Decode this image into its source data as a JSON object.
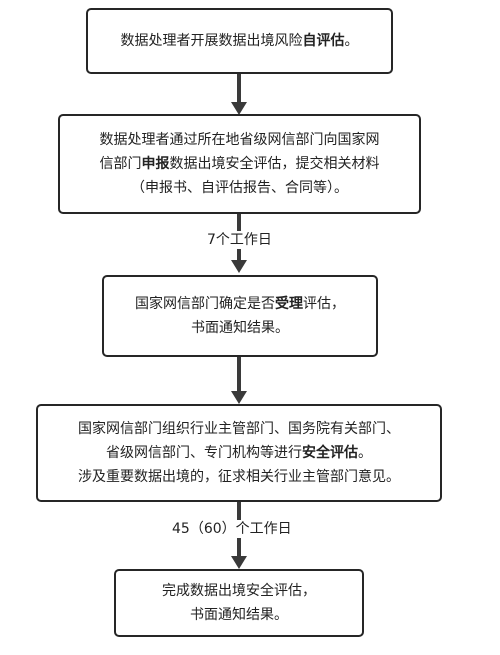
{
  "steps": [
    {
      "parts": [
        "数据处理者开展数据出境风险",
        "自评估",
        "。"
      ]
    },
    {
      "line1": "数据处理者通过所在地省级网信部门向国家网",
      "line2_parts": [
        "信部门",
        "申报",
        "数据出境安全评估，提交相关材料"
      ],
      "line3": "（申报书、自评估报告、合同等）。"
    },
    {
      "line1_parts": [
        "国家网信部门确定是否",
        "受理",
        "评估，"
      ],
      "line2": "书面通知结果。"
    },
    {
      "line1": "国家网信部门组织行业主管部门、国务院有关部门、",
      "line2_parts": [
        "省级网信部门、专门机构等进行",
        "安全评估",
        "。"
      ],
      "line3": "涉及重要数据出境的，征求相关行业主管部门意见。"
    },
    {
      "line1": "完成数据出境安全评估，",
      "line2": "书面通知结果。"
    }
  ],
  "edge_labels": {
    "step2_to_step3": "7个工作日",
    "step4_to_step5": "45（60）个工作日"
  }
}
